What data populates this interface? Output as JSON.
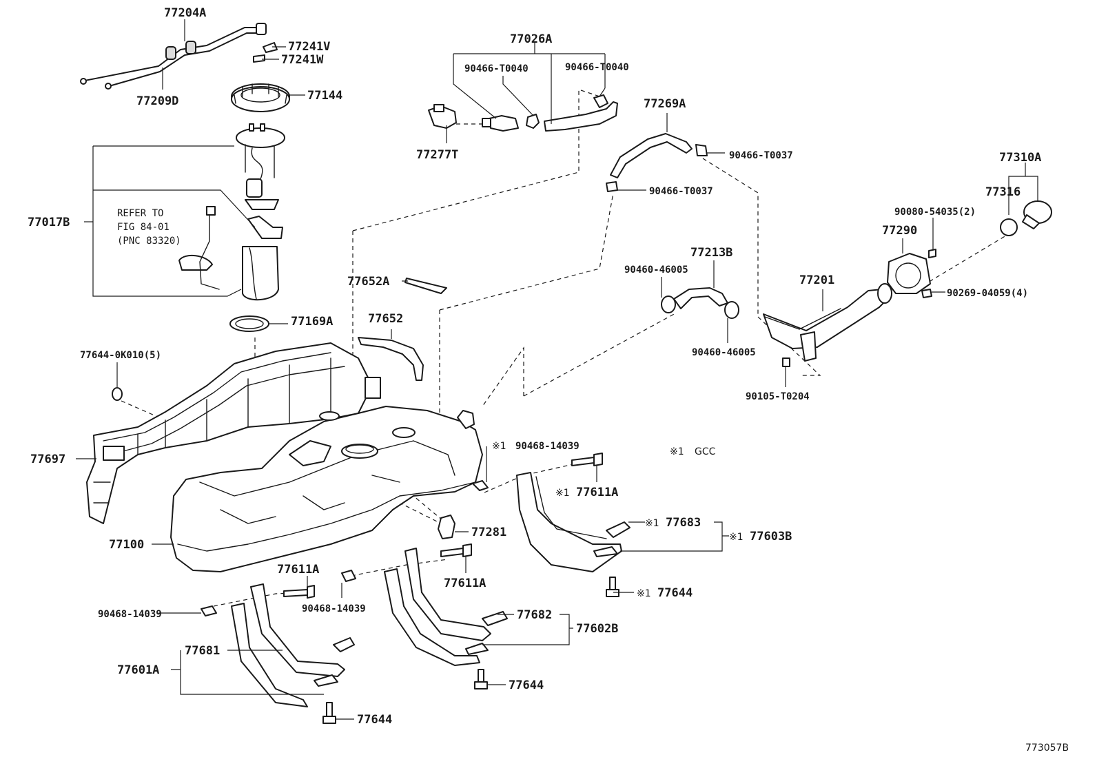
{
  "labels": {
    "p77204A": "77204A",
    "p77241V": "77241V",
    "p77241W": "77241W",
    "p77209D": "77209D",
    "p77144": "77144",
    "p77017B": "77017B",
    "refer_line1": "REFER TO",
    "refer_line2": "FIG 84-01",
    "refer_line3": "(PNC 83320)",
    "p77169A": "77169A",
    "p77644_0K010": "77644-0K010(5)",
    "p77697": "77697",
    "p77100": "77100",
    "p77026A": "77026A",
    "p90466_T0040_a": "90466-T0040",
    "p90466_T0040_b": "90466-T0040",
    "p77277T": "77277T",
    "p77652A": "77652A",
    "p77652": "77652",
    "p77269A": "77269A",
    "p90466_T0037_a": "90466-T0037",
    "p90466_T0037_b": "90466-T0037",
    "p77213B": "77213B",
    "p90460_46005_a": "90460-46005",
    "p90460_46005_b": "90460-46005",
    "p77201": "77201",
    "p90105_T0204": "90105-T0204",
    "p77310A": "77310A",
    "p77316": "77316",
    "p90080_54035": "90080-54035(2)",
    "p77290": "77290",
    "p90269_04059": "90269-04059(4)",
    "p90468_14039_top": "90468-14039",
    "gcc_note": "GCC",
    "p77611A_top": "77611A",
    "p77683": "77683",
    "p77603B": "77603B",
    "p77281": "77281",
    "p77644_right": "77644",
    "p77611A_mid": "77611A",
    "p77611A_left": "77611A",
    "p90468_14039_left": "90468-14039",
    "p90468_14039_mid": "90468-14039",
    "p77682": "77682",
    "p77602B": "77602B",
    "p77681": "77681",
    "p77601A": "77601A",
    "p77644_mid": "77644",
    "p77644_bottom": "77644",
    "fig_id": "773057B",
    "mark": "※1"
  }
}
